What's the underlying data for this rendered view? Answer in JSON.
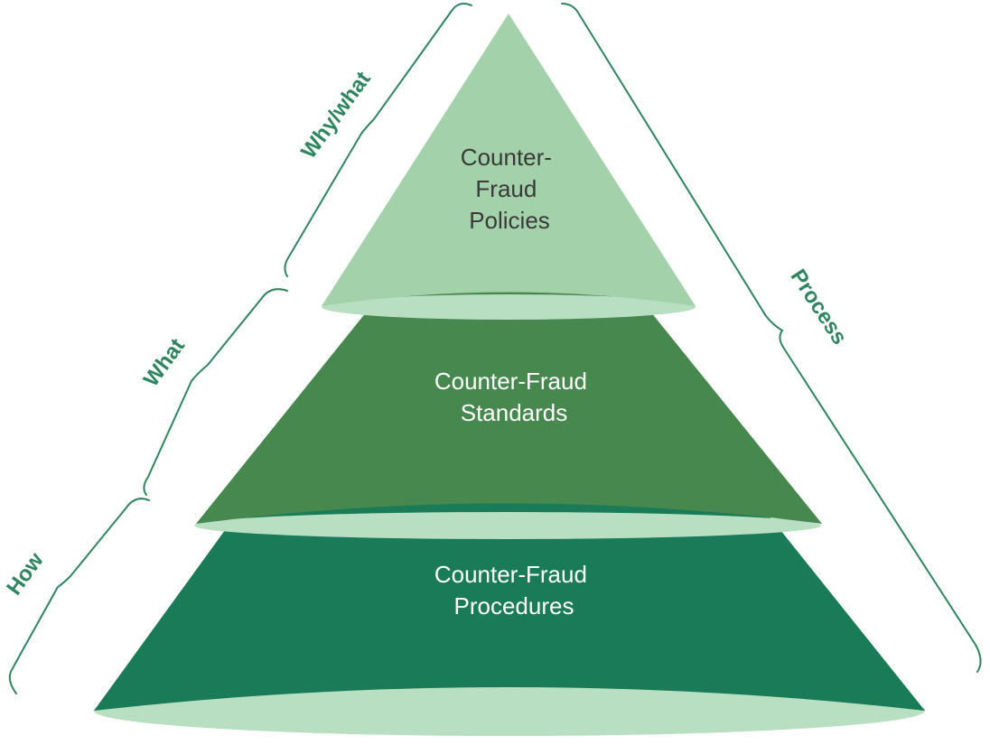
{
  "tiers": [
    {
      "line1": "Counter-",
      "line2": "Fraud",
      "line3": "Policies",
      "color": "#a3d1a9",
      "text_color": "#3a3a3a"
    },
    {
      "line1": "Counter-Fraud",
      "line2": "Standards",
      "color": "#46884e",
      "text_color": "#ffffff"
    },
    {
      "line1": "Counter-Fraud",
      "line2": "Procedures",
      "color": "#197b58",
      "text_color": "#ffffff"
    }
  ],
  "base_color": "#b9dfc2",
  "braces": {
    "why_what": "Why/what",
    "what": "What",
    "how": "How",
    "process": "Process",
    "color": "#2f8560"
  }
}
